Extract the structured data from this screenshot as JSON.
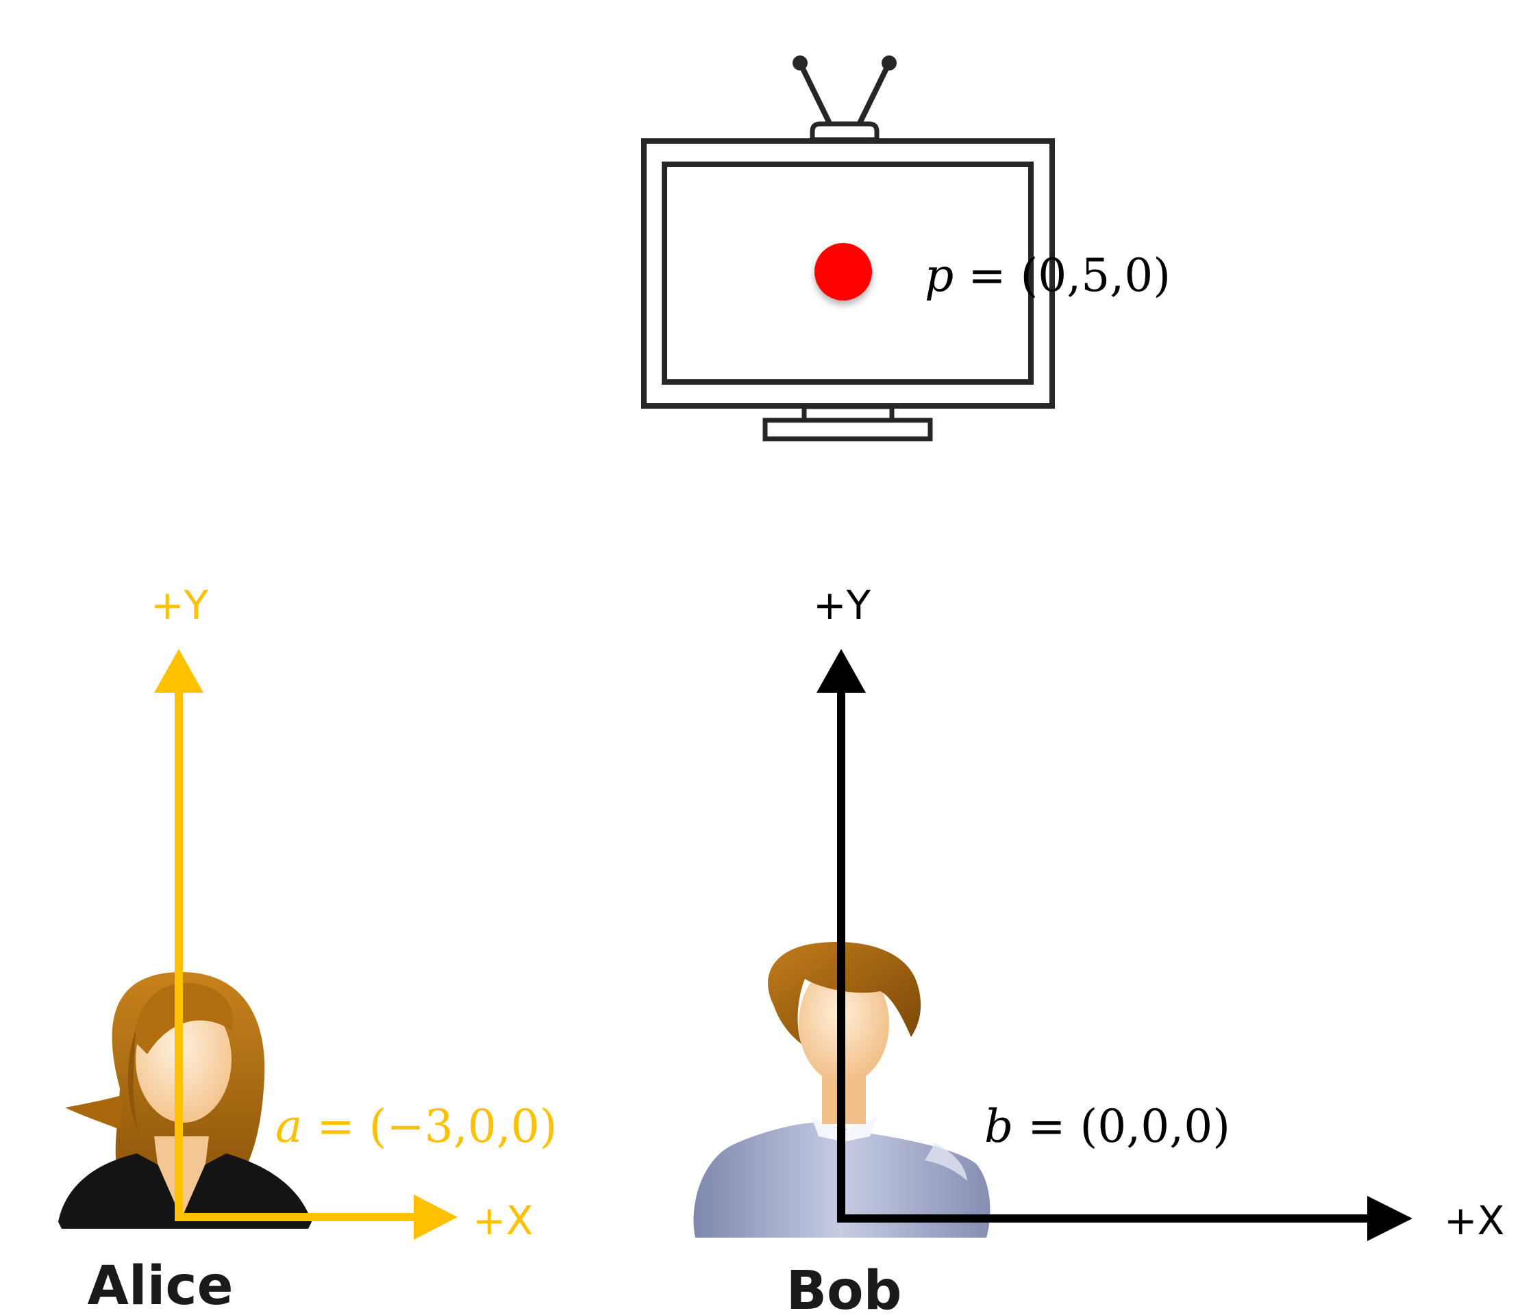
{
  "colors": {
    "alice_axes": "#FFC000",
    "bob_axes": "#000000",
    "point": "#FF0000",
    "tv_outline": "#262626",
    "alice_hair": "#B8730F",
    "alice_skin": "#FAD6A8",
    "alice_jacket": "#141414",
    "bob_hair": "#A8650E",
    "bob_skin": "#F9D2A0",
    "bob_shirt": "#8E97BB"
  },
  "tv": {
    "icon": "tv-icon",
    "point": {
      "var": "p",
      "eq": " = (0,5,0)"
    }
  },
  "alice": {
    "name": "Alice",
    "icon": "woman-avatar-icon",
    "y_label": "+Y",
    "x_label": "+X",
    "position": {
      "var": "a",
      "eq": " = (−3,0,0)"
    }
  },
  "bob": {
    "name": "Bob",
    "icon": "man-avatar-icon",
    "y_label": "+Y",
    "x_label": "+X",
    "position": {
      "var": "b",
      "eq": " = (0,0,0)"
    }
  }
}
